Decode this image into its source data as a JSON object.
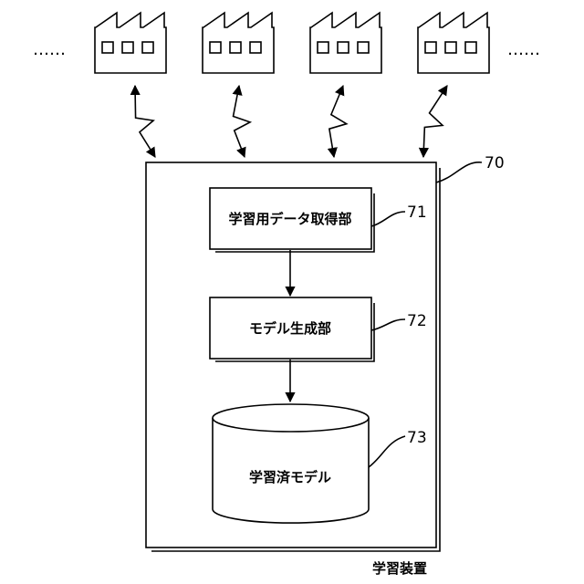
{
  "factories": {
    "count": 4,
    "left_ellipsis": "……",
    "right_ellipsis": "……"
  },
  "device": {
    "ref": "70",
    "caption": "学習装置"
  },
  "blocks": [
    {
      "label": "学習用データ取得部",
      "ref": "71"
    },
    {
      "label": "モデル生成部",
      "ref": "72"
    },
    {
      "label": "学習済モデル",
      "ref": "73"
    }
  ],
  "icons": {
    "factory": "factory-icon",
    "wireless": "lightning-link-icon",
    "storage": "database-cylinder-icon"
  }
}
